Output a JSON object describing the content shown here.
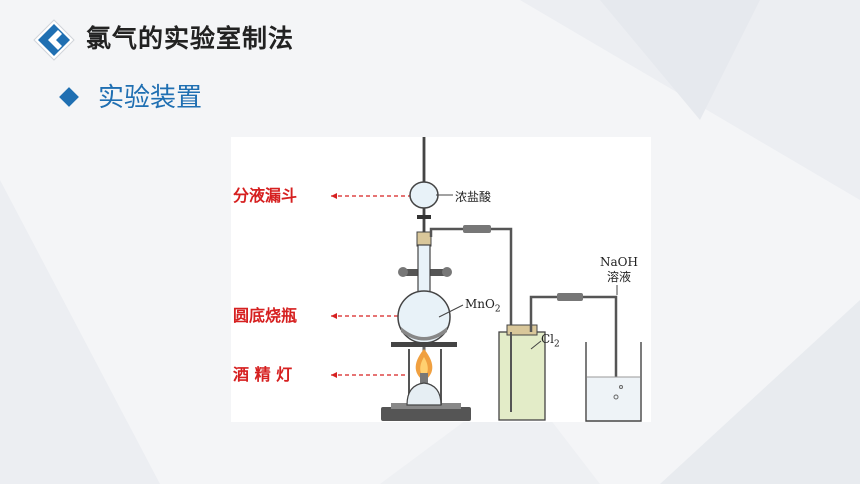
{
  "header": {
    "title": "氯气的实验室制法"
  },
  "section": {
    "title": "实验装置"
  },
  "figure": {
    "labels": {
      "funnel": "分液漏斗",
      "flask": "圆底烧瓶",
      "lamp": "酒 精 灯",
      "acid": "浓盐酸",
      "mno2": "MnO",
      "mno2_sub": "2",
      "cl2": "Cl",
      "cl2_sub": "2",
      "naoh": "NaOH",
      "solution": "溶液"
    }
  },
  "colors": {
    "accent": "#1f6fb2",
    "label_red": "#d62020",
    "title": "#222222"
  }
}
